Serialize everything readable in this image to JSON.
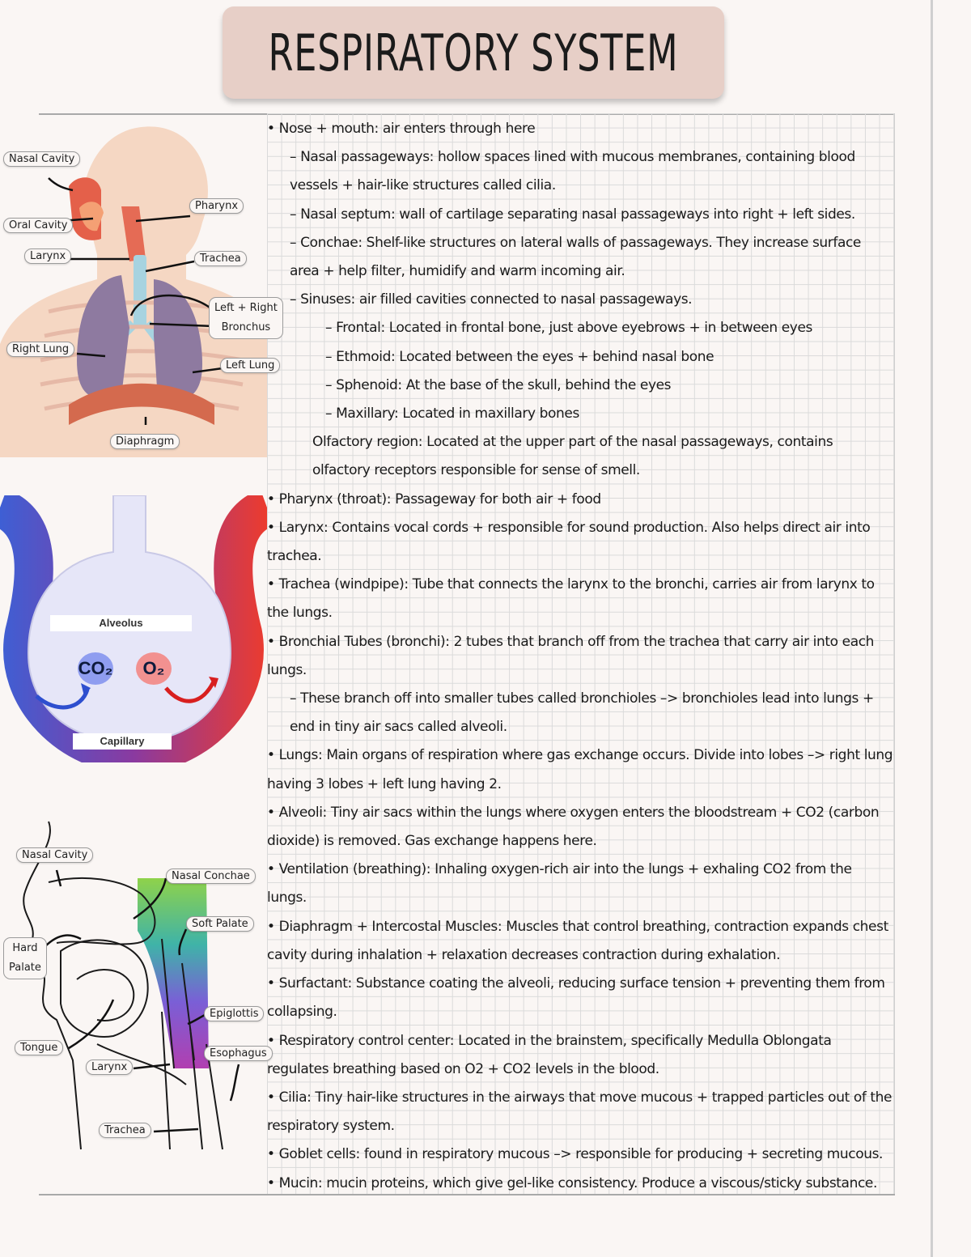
{
  "title": "RESPIRATORY SYSTEM",
  "anatomy_labels": {
    "nasal_cavity": "Nasal Cavity",
    "oral_cavity": "Oral Cavity",
    "larynx": "Larynx",
    "pharynx": "Pharynx",
    "trachea": "Trachea",
    "bronchus_line1": "Left + Right",
    "bronchus_line2": "Bronchus",
    "right_lung": "Right Lung",
    "left_lung": "Left Lung",
    "diaphragm": "Diaphragm"
  },
  "gas_exchange": {
    "alveolus": "Alveolus",
    "capillary": "Capillary",
    "co2": "CO₂",
    "o2": "O₂"
  },
  "head_labels": {
    "nasal_cavity": "Nasal Cavity",
    "nasal_conchae": "Nasal Conchae",
    "soft_palate": "Soft Palate",
    "hard_palate_line1": "Hard",
    "hard_palate_line2": "Palate",
    "epiglottis": "Epiglottis",
    "tongue": "Tongue",
    "esophagus": "Esophagus",
    "larynx": "Larynx",
    "trachea": "Trachea"
  },
  "notes": [
    "• Nose + mouth: air enters through here",
    "– Nasal passageways: hollow spaces lined with mucous membranes, containing blood vessels + hair-like structures called cilia.",
    "– Nasal septum: wall of cartilage separating nasal passageways into right + left sides.",
    "– Conchae: Shelf-like structures on lateral walls of passageways. They increase surface area + help filter, humidify and warm incoming air.",
    "– Sinuses: air filled cavities connected to nasal passageways.",
    "– Frontal: Located in frontal bone, just above eyebrows + in between eyes",
    "– Ethmoid: Located between the eyes + behind nasal bone",
    "– Sphenoid: At the base of the skull, behind the eyes",
    "– Maxillary: Located in maxillary bones",
    "Olfactory region: Located at the upper part of the nasal passageways, contains olfactory receptors responsible for sense of smell.",
    "• Pharynx (throat): Passageway for both air + food",
    "• Larynx: Contains vocal cords + responsible for sound production. Also helps direct air into trachea.",
    "• Trachea (windpipe): Tube that connects the larynx to the bronchi, carries air from larynx to the lungs.",
    "• Bronchial Tubes (bronchi): 2 tubes that branch off from the trachea that carry air into each lungs.",
    "– These branch off into smaller tubes called bronchioles –> bronchioles lead into lungs + end in tiny air sacs called alveoli.",
    "• Lungs: Main organs of respiration where gas exchange occurs. Divide into lobes –> right lung having 3 lobes + left lung having 2.",
    "• Alveoli: Tiny air sacs within the lungs where oxygen enters the bloodstream + CO2 (carbon dioxide) is removed. Gas exchange happens here.",
    "• Ventilation (breathing): Inhaling oxygen-rich air into the lungs + exhaling CO2 from the lungs.",
    "• Diaphragm + Intercostal Muscles: Muscles that control breathing, contraction expands chest cavity during inhalation + relaxation decreases contraction during exhalation.",
    "• Surfactant: Substance coating the alveoli, reducing surface tension + preventing them from collapsing.",
    "• Respiratory control center: Located in the brainstem, specifically Medulla Oblongata regulates breathing based on O2 + CO2 levels in the blood.",
    "• Cilia: Tiny hair-like structures in the airways that move mucous + trapped particles out of the respiratory system.",
    "• Goblet cells: found in respiratory mucous –> responsible for producing + secreting mucous.",
    "• Mucin: mucin proteins, which give gel-like consistency. Produce a viscous/sticky substance."
  ]
}
